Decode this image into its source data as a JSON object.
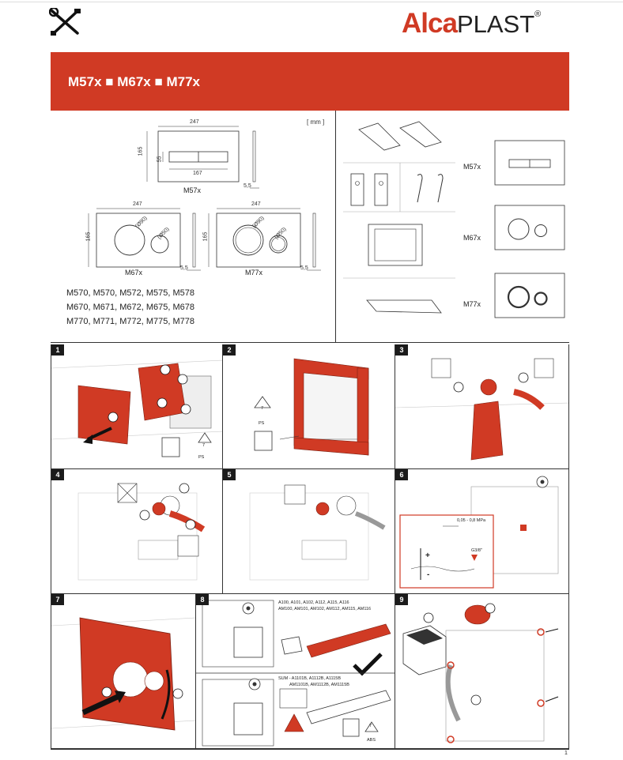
{
  "header": {
    "brand_red": "Alca",
    "brand_dark": "PLAST",
    "brand_mark": "®",
    "tools_icon": "tools-icon",
    "accent_color": "#d03a24"
  },
  "banner": {
    "title": "M57x ■ M67x ■ M77x"
  },
  "dimensions": {
    "unit": "[ mm ]",
    "width": "247",
    "height": "165",
    "button_height": "55",
    "button_width": "167",
    "depth": "5,5",
    "large_button": "(Ø90)",
    "small_button": "(Ø50)",
    "label_m57": "M57x",
    "label_m67": "M67x",
    "label_m77": "M77x"
  },
  "models": [
    "M570, M570, M572, M575, M578",
    "M670, M671, M672, M675, M678",
    "M770, M771, M772, M775, M778"
  ],
  "contents": {
    "label_m57": "M57x",
    "label_m67": "M67x",
    "label_m77": "M77x"
  },
  "steps": [
    {
      "num": "1",
      "recycle": "7",
      "recycle_mat": "PS"
    },
    {
      "num": "2",
      "recycle": "7",
      "recycle_mat": "PS"
    },
    {
      "num": "3"
    },
    {
      "num": "4"
    },
    {
      "num": "5"
    },
    {
      "num": "6",
      "pressure": "0,05 - 0,8 MPa",
      "thread": "G3/8\"",
      "plus": "+",
      "minus": "-"
    },
    {
      "num": "7"
    },
    {
      "num": "8",
      "models_a_1": "A100, A101, A102, A112, A115, A116",
      "models_a_2": "AM100, AM101, AM102, AM112, AM115, AM116",
      "models_b_1": "SUM - A1101B, A1112B, A1115B",
      "models_b_2": "AM1101B, AM1112B, AM1115B",
      "recycle": "7",
      "recycle_mat": "ABS"
    },
    {
      "num": "9"
    }
  ],
  "page_number": "1"
}
